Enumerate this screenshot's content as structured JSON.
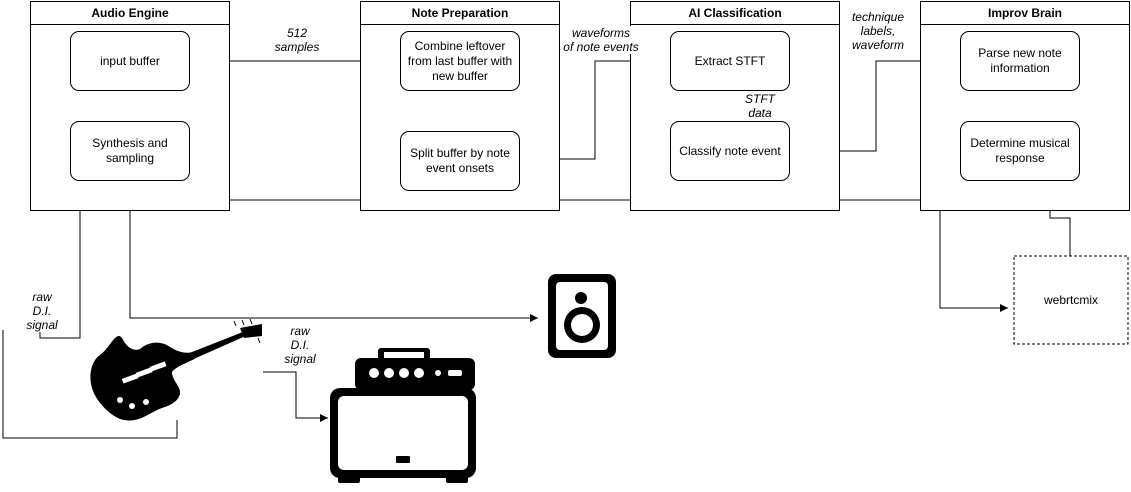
{
  "stages": {
    "audio_engine": "Audio Engine",
    "note_preparation": "Note Preparation",
    "ai_classification": "AI Classification",
    "improv_brain": "Improv Brain"
  },
  "nodes": {
    "input_buffer": "input buffer",
    "synthesis": "Synthesis and sampling",
    "combine": "Combine leftover from last buffer with new buffer",
    "split": "Split buffer by note event onsets",
    "extract_stft": "Extract STFT",
    "classify": "Classify note event",
    "parse": "Parse new note information",
    "determine": "Determine musical response",
    "webrtcmix": "webrtcmix"
  },
  "labels": {
    "samples": "512\nsamples",
    "waveforms": "waveforms\nof note events",
    "technique": "technique\nlabels,\nwaveform",
    "stft_data": "STFT\ndata",
    "raw_di_left": "raw\nD.I.\nsignal",
    "raw_di_amp": "raw\nD.I.\nsignal"
  },
  "icons": [
    "guitar-icon",
    "amplifier-icon",
    "speaker-icon"
  ],
  "colors": {
    "stroke": "#000000",
    "background": "#ffffff"
  }
}
